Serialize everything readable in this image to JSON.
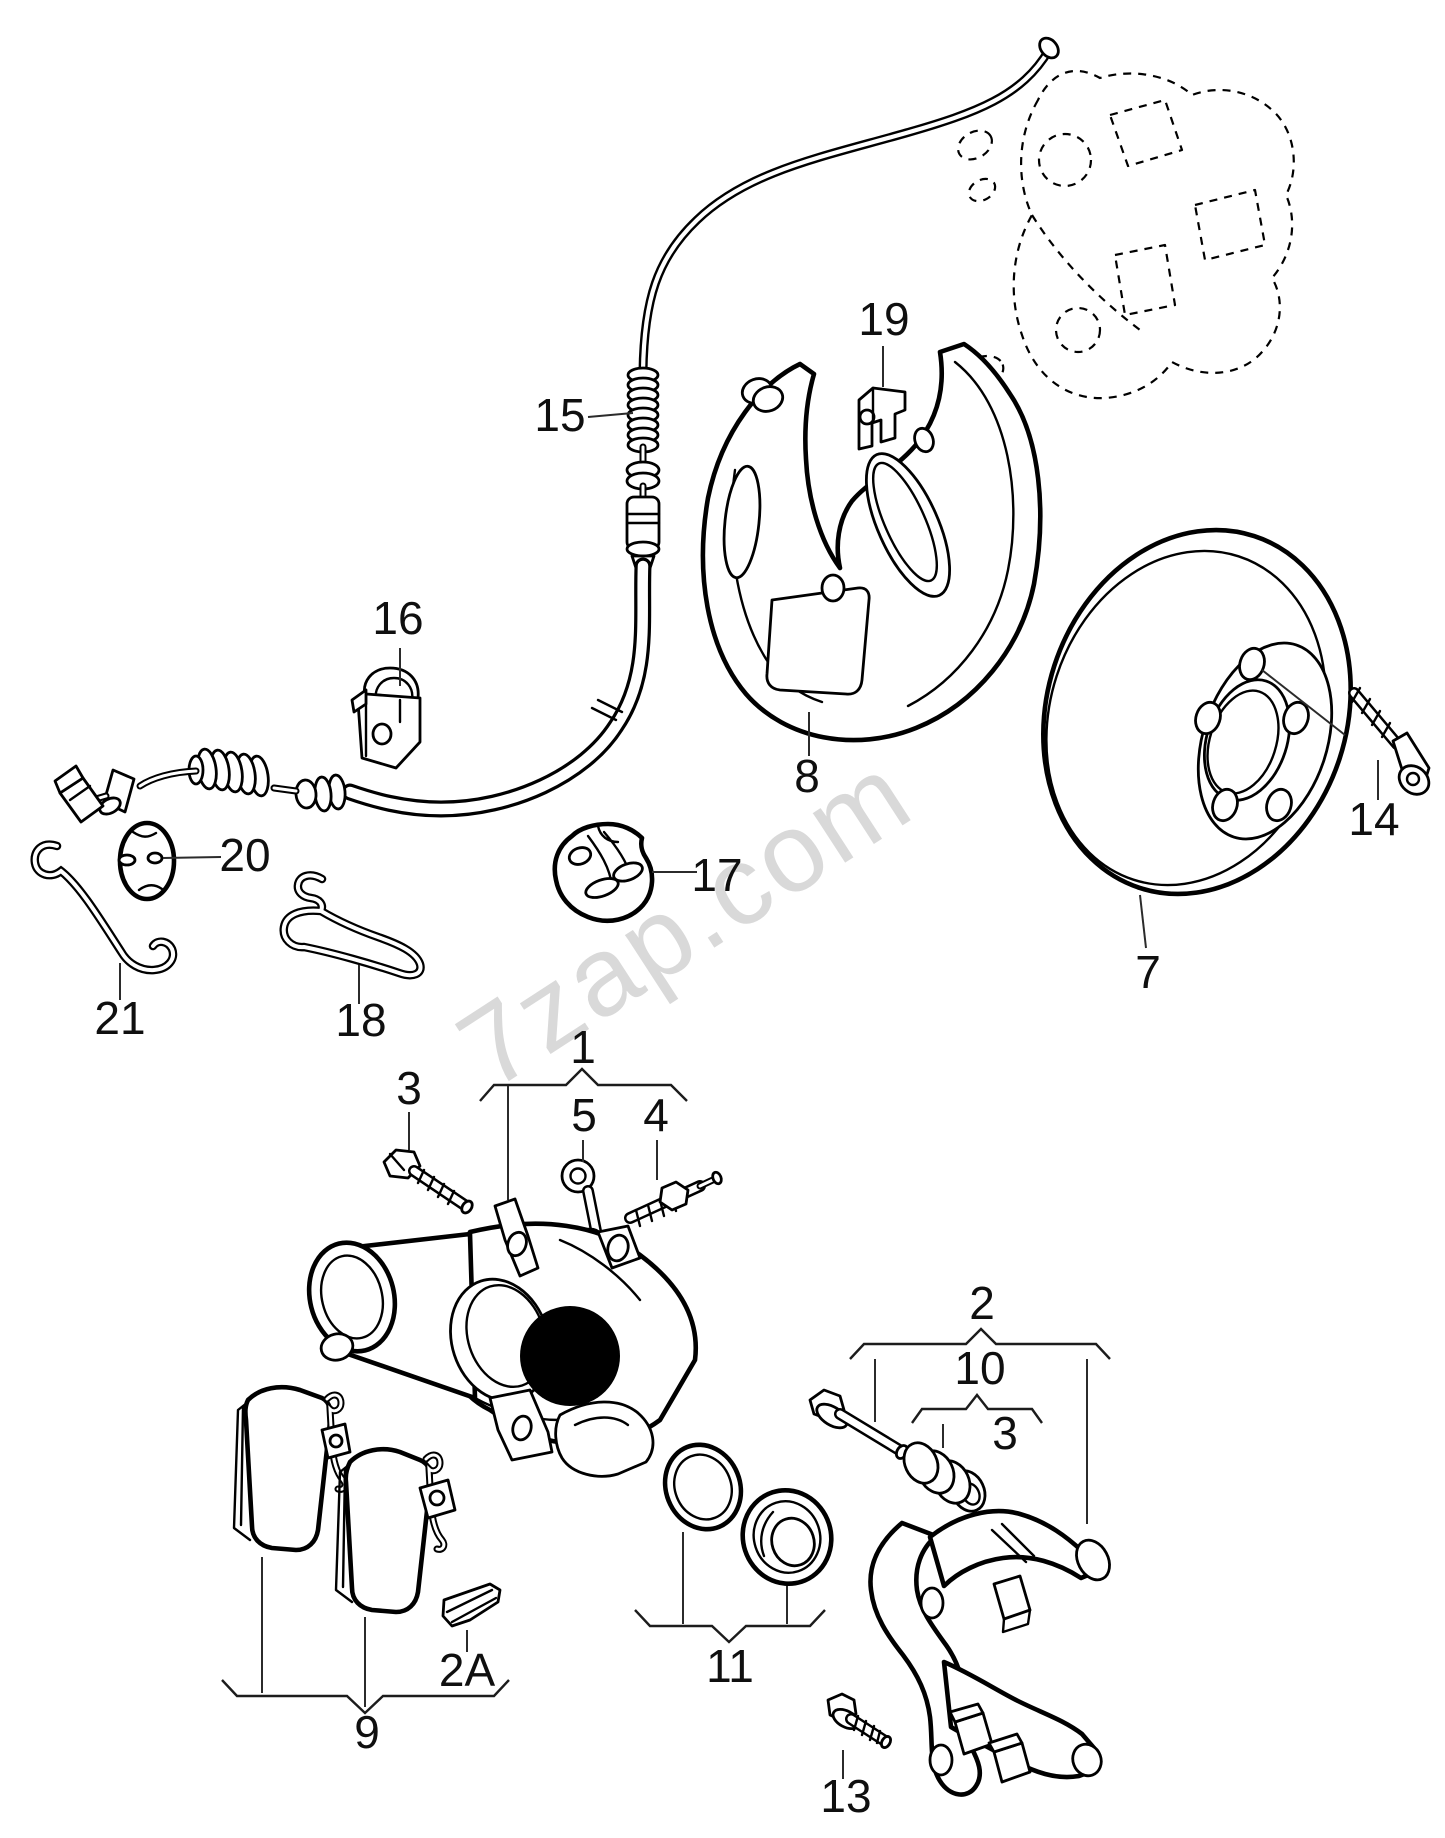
{
  "watermark": {
    "text": "7zap.com"
  },
  "callouts": {
    "n1": "1",
    "n2": "2",
    "n2a": "2A",
    "n3_caliper_bolt": "3",
    "n3_guide": "3",
    "n4": "4",
    "n5": "5",
    "n7": "7",
    "n8": "8",
    "n9": "9",
    "n10": "10",
    "n11": "11",
    "n13": "13",
    "n14": "14",
    "n15": "15",
    "n16": "16",
    "n17": "17",
    "n18": "18",
    "n19": "19",
    "n20": "20",
    "n21": "21"
  },
  "colors": {
    "line": "#000000",
    "label": "#0f0f0f",
    "watermark": "#d9d9d9",
    "background": "#ffffff",
    "redaction_blob": "#000000"
  }
}
